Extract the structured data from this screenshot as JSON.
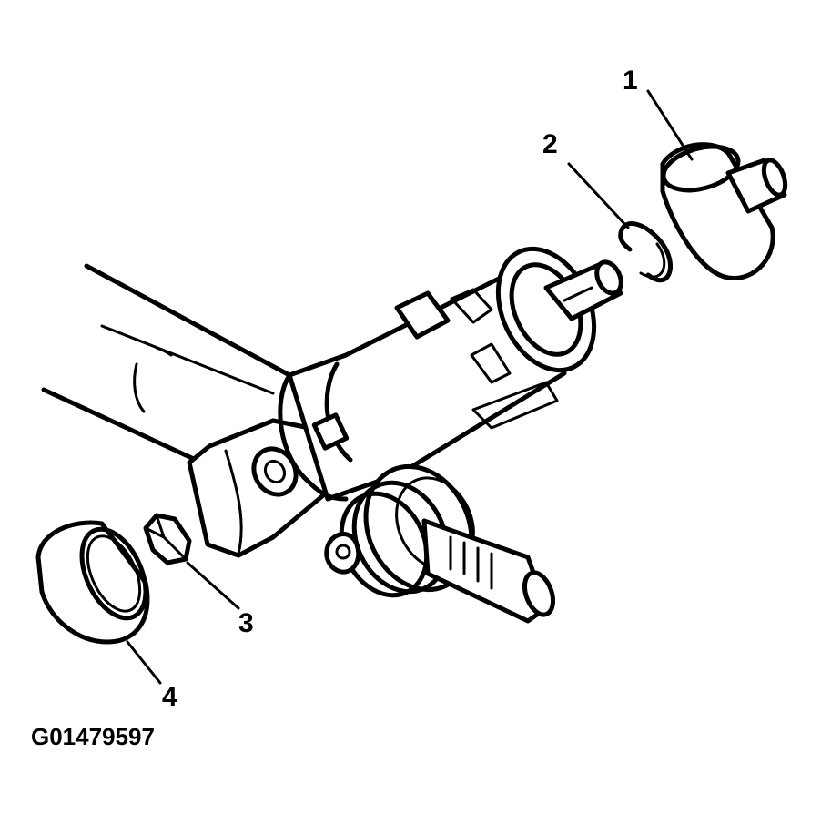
{
  "callouts": [
    {
      "id": "1",
      "label": "1"
    },
    {
      "id": "2",
      "label": "2"
    },
    {
      "id": "3",
      "label": "3"
    },
    {
      "id": "4",
      "label": "4"
    }
  ],
  "figure_id": "G01479597",
  "colors": {
    "line": "#000000",
    "background": "#ffffff"
  }
}
